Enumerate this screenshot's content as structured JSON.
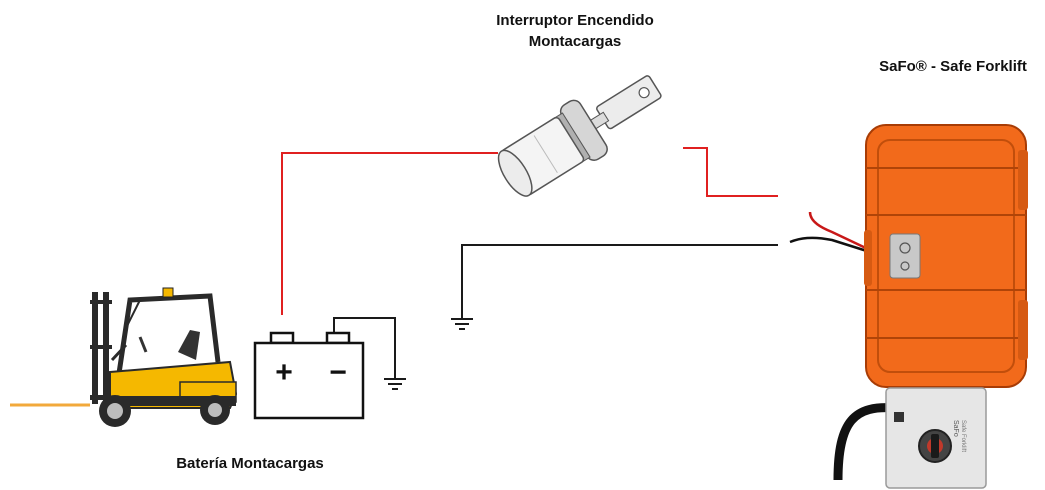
{
  "labels": {
    "switch_line1": "Interruptor Encendido",
    "switch_line2": "Montacargas",
    "safo": "SaFo® - Safe Forklift",
    "battery": "Batería Montacargas"
  },
  "battery": {
    "plus": "+",
    "minus": "−"
  },
  "device_panel": {
    "brand": "SaFo",
    "sub": "Safe Forklift"
  },
  "colors": {
    "wire_positive": "#e02020",
    "wire_ground": "#1a1a1a",
    "case_orange": "#f26a1b",
    "forklift_yellow": "#f5b800",
    "fork_line": "#f2a93b"
  }
}
